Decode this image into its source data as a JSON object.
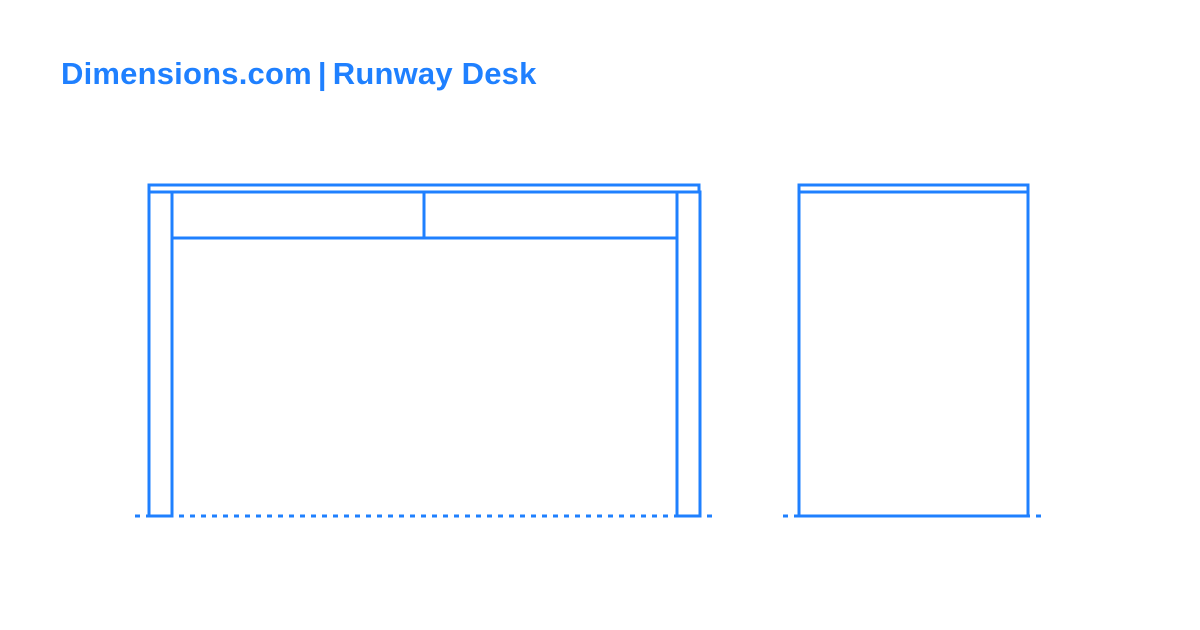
{
  "header": {
    "site": "Dimensions.com",
    "separator": "|",
    "product": "Runway Desk"
  },
  "drawing": {
    "accent_color": "#1f80ff",
    "views": [
      {
        "name": "front-elevation",
        "parts": [
          "tabletop",
          "left-leg",
          "right-leg",
          "drawer-left",
          "drawer-right",
          "ground-line"
        ]
      },
      {
        "name": "side-elevation",
        "parts": [
          "tabletop",
          "side-panel",
          "ground-line"
        ]
      }
    ]
  }
}
